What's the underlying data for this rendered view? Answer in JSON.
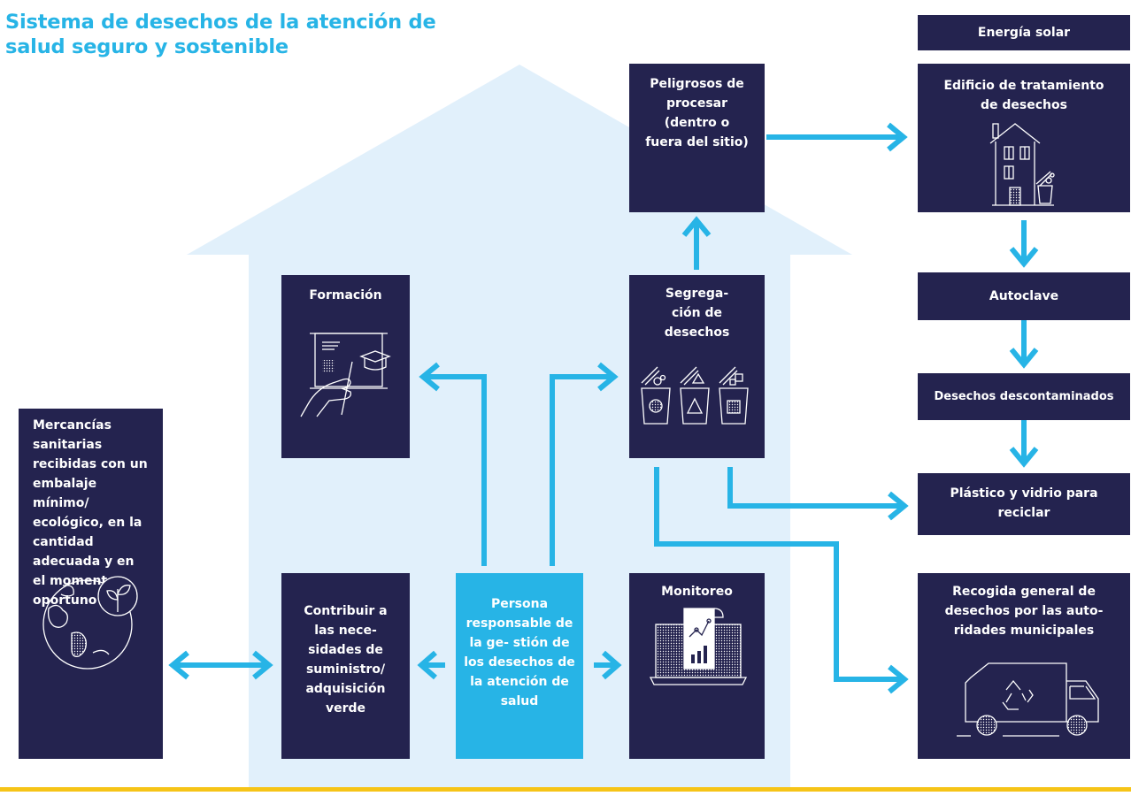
{
  "title": "Sistema de desechos de la atención de salud seguro y sostenible",
  "colors": {
    "navy": "#24234f",
    "accent_blue": "#27b4e6",
    "house_fill": "#e1f0fb",
    "bottom_bar": "#f6c417"
  },
  "boxes": {
    "solar": "Energía solar",
    "treatment_building": "Edificio de tratamiento de desechos",
    "hazardous": "Peligrosos de procesar (dentro o fuera del sitio)",
    "autoclave": "Autoclave",
    "decontaminated": "Desechos descontaminados",
    "recycle": "Plástico y vidrio para reciclar",
    "municipal": "Recogida general de desechos por las auto- ridades municipales",
    "training": "Formación",
    "segregation": "Segrega- ción de desechos",
    "goods": "Mercancías sanitarias recibidas con un embalaje mínimo/ ecológico, en la cantidad adecuada y en el momento oportuno",
    "green_procurement": "Contribuir a las nece- sidades de suministro/ adquisición verde",
    "responsible_person": "Persona responsable de la ge- stión de los desechos de la atención de salud",
    "monitoring": "Monitoreo"
  },
  "icons": {
    "training": "presentation-board-icon",
    "segregation": "three-waste-bins-icon",
    "treatment_building": "building-with-bin-icon",
    "goods": "globe-with-leaf-icon",
    "monitoring": "laptop-report-icon",
    "municipal": "recycling-truck-icon"
  }
}
